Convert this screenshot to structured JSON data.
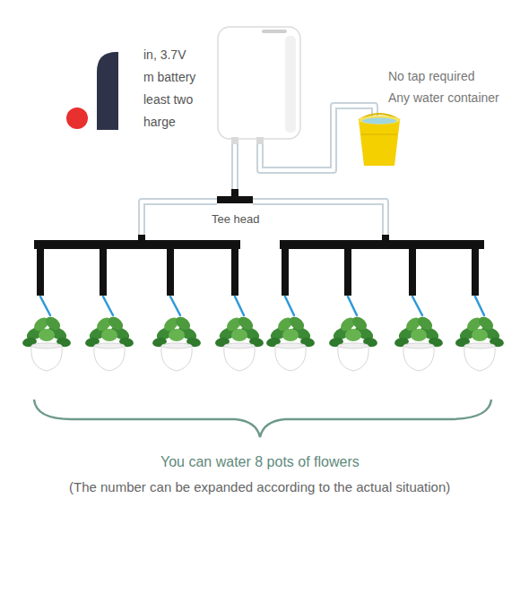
{
  "diagram": {
    "labels": [
      "in, 3.7V",
      "m battery",
      "least two",
      "harge",
      "No tap required",
      "Any water container",
      "Tee head",
      "You can water 8 pots of flowers",
      "(The number can be expanded according to the actual situation)"
    ]
  }
}
